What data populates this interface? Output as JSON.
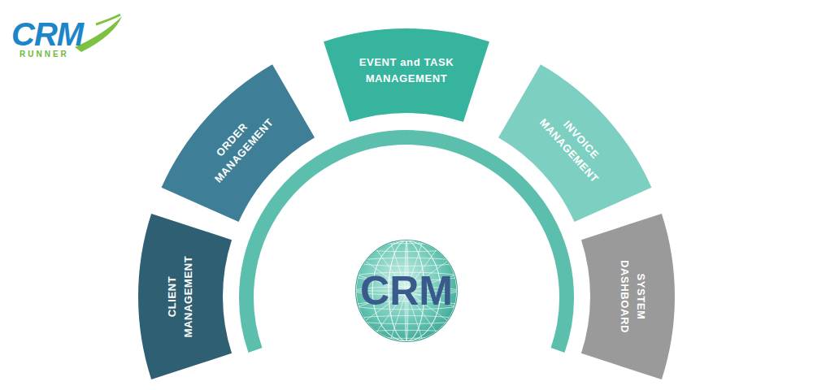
{
  "diagram": {
    "nodes": [
      {
        "text": [
          "CLIENT MANAGEMENT"
        ]
      },
      {
        "text": [
          "ORDER MANAGEMENT"
        ]
      },
      {
        "text": [
          "EVENT and TASK MANAGEMENT"
        ]
      },
      {
        "text": [
          "INVOICE MANAGEMENT"
        ]
      },
      {
        "text": [
          "SYSTEM DASHBOARD"
        ]
      },
      {
        "text": [
          "CRM"
        ]
      }
    ],
    "labels": [
      "CRM",
      "RUNNER"
    ]
  }
}
